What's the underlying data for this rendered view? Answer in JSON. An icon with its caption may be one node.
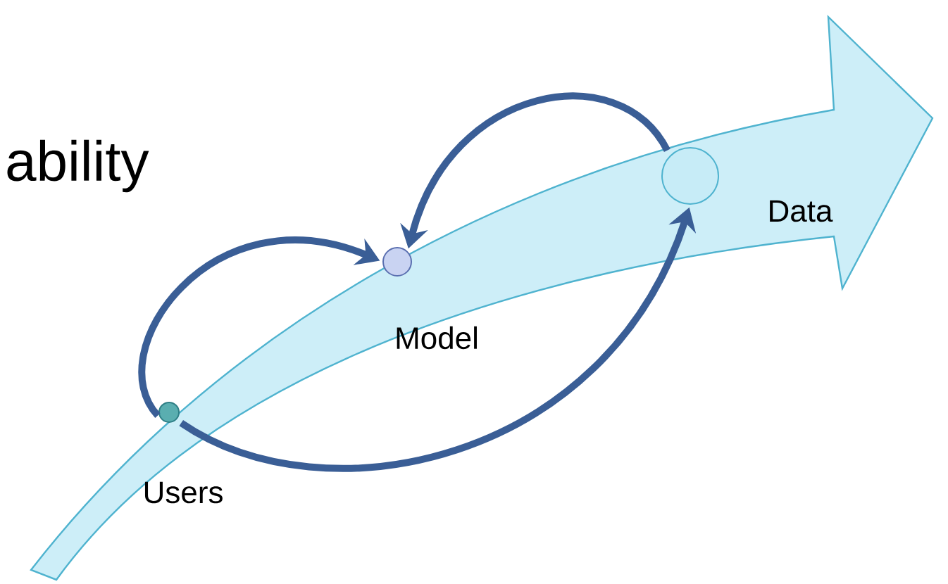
{
  "diagram": {
    "nodes": [
      {
        "text": [],
        "shape": "circle",
        "beside": [
          "Users"
        ]
      },
      {
        "text": [],
        "shape": "circle",
        "beside": [
          "Model"
        ]
      },
      {
        "text": [],
        "shape": "circle",
        "beside": [
          "Data"
        ]
      }
    ],
    "edges": [
      {
        "from": 0,
        "to": 1,
        "arrow": "to"
      },
      {
        "from": 2,
        "to": 1,
        "arrow": "to"
      },
      {
        "from": 0,
        "to": 2,
        "arrow": "to"
      }
    ],
    "labels": [
      "ability"
    ]
  }
}
